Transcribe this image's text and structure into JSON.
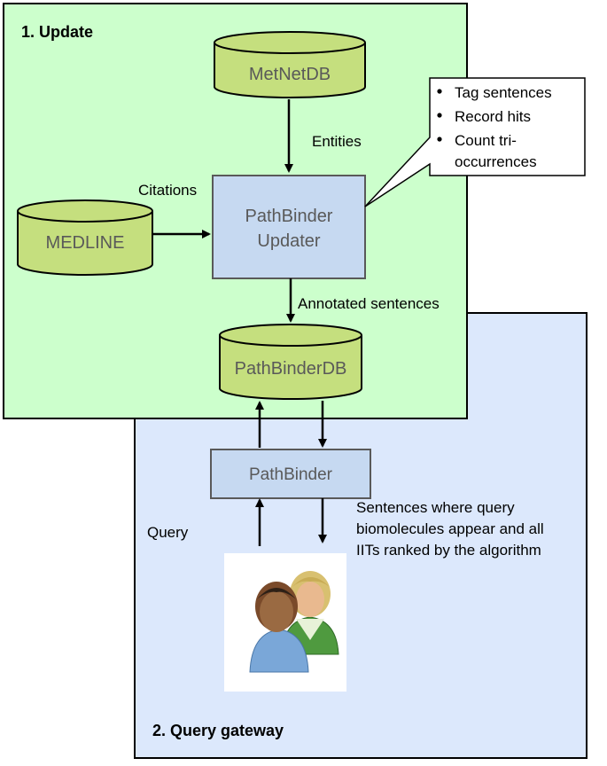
{
  "sections": {
    "update_title": "1. Update",
    "query_title": "2. Query gateway"
  },
  "nodes": {
    "metnetdb": "MetNetDB",
    "medline": "MEDLINE",
    "updater_line1": "PathBinder",
    "updater_line2": "Updater",
    "pathbinderdb": "PathBinderDB",
    "pathbinder": "PathBinder"
  },
  "edge_labels": {
    "entities": "Entities",
    "citations": "Citations",
    "annotated": "Annotated sentences",
    "query": "Query",
    "results_line1": "Sentences where query",
    "results_line2": "biomolecules appear and all",
    "results_line3": "IITs ranked by the algorithm"
  },
  "callout": {
    "items": [
      "Tag sentences",
      "Record hits",
      "Count tri-"
    ],
    "continuation": "occurrences"
  },
  "icons": {
    "users": "users-icon"
  },
  "colors": {
    "update_bg": "#ccffcc",
    "query_bg": "#dce8fc",
    "cylinder": "#c5df7e",
    "process_box": "#c6d9f1",
    "node_text": "#595959"
  }
}
